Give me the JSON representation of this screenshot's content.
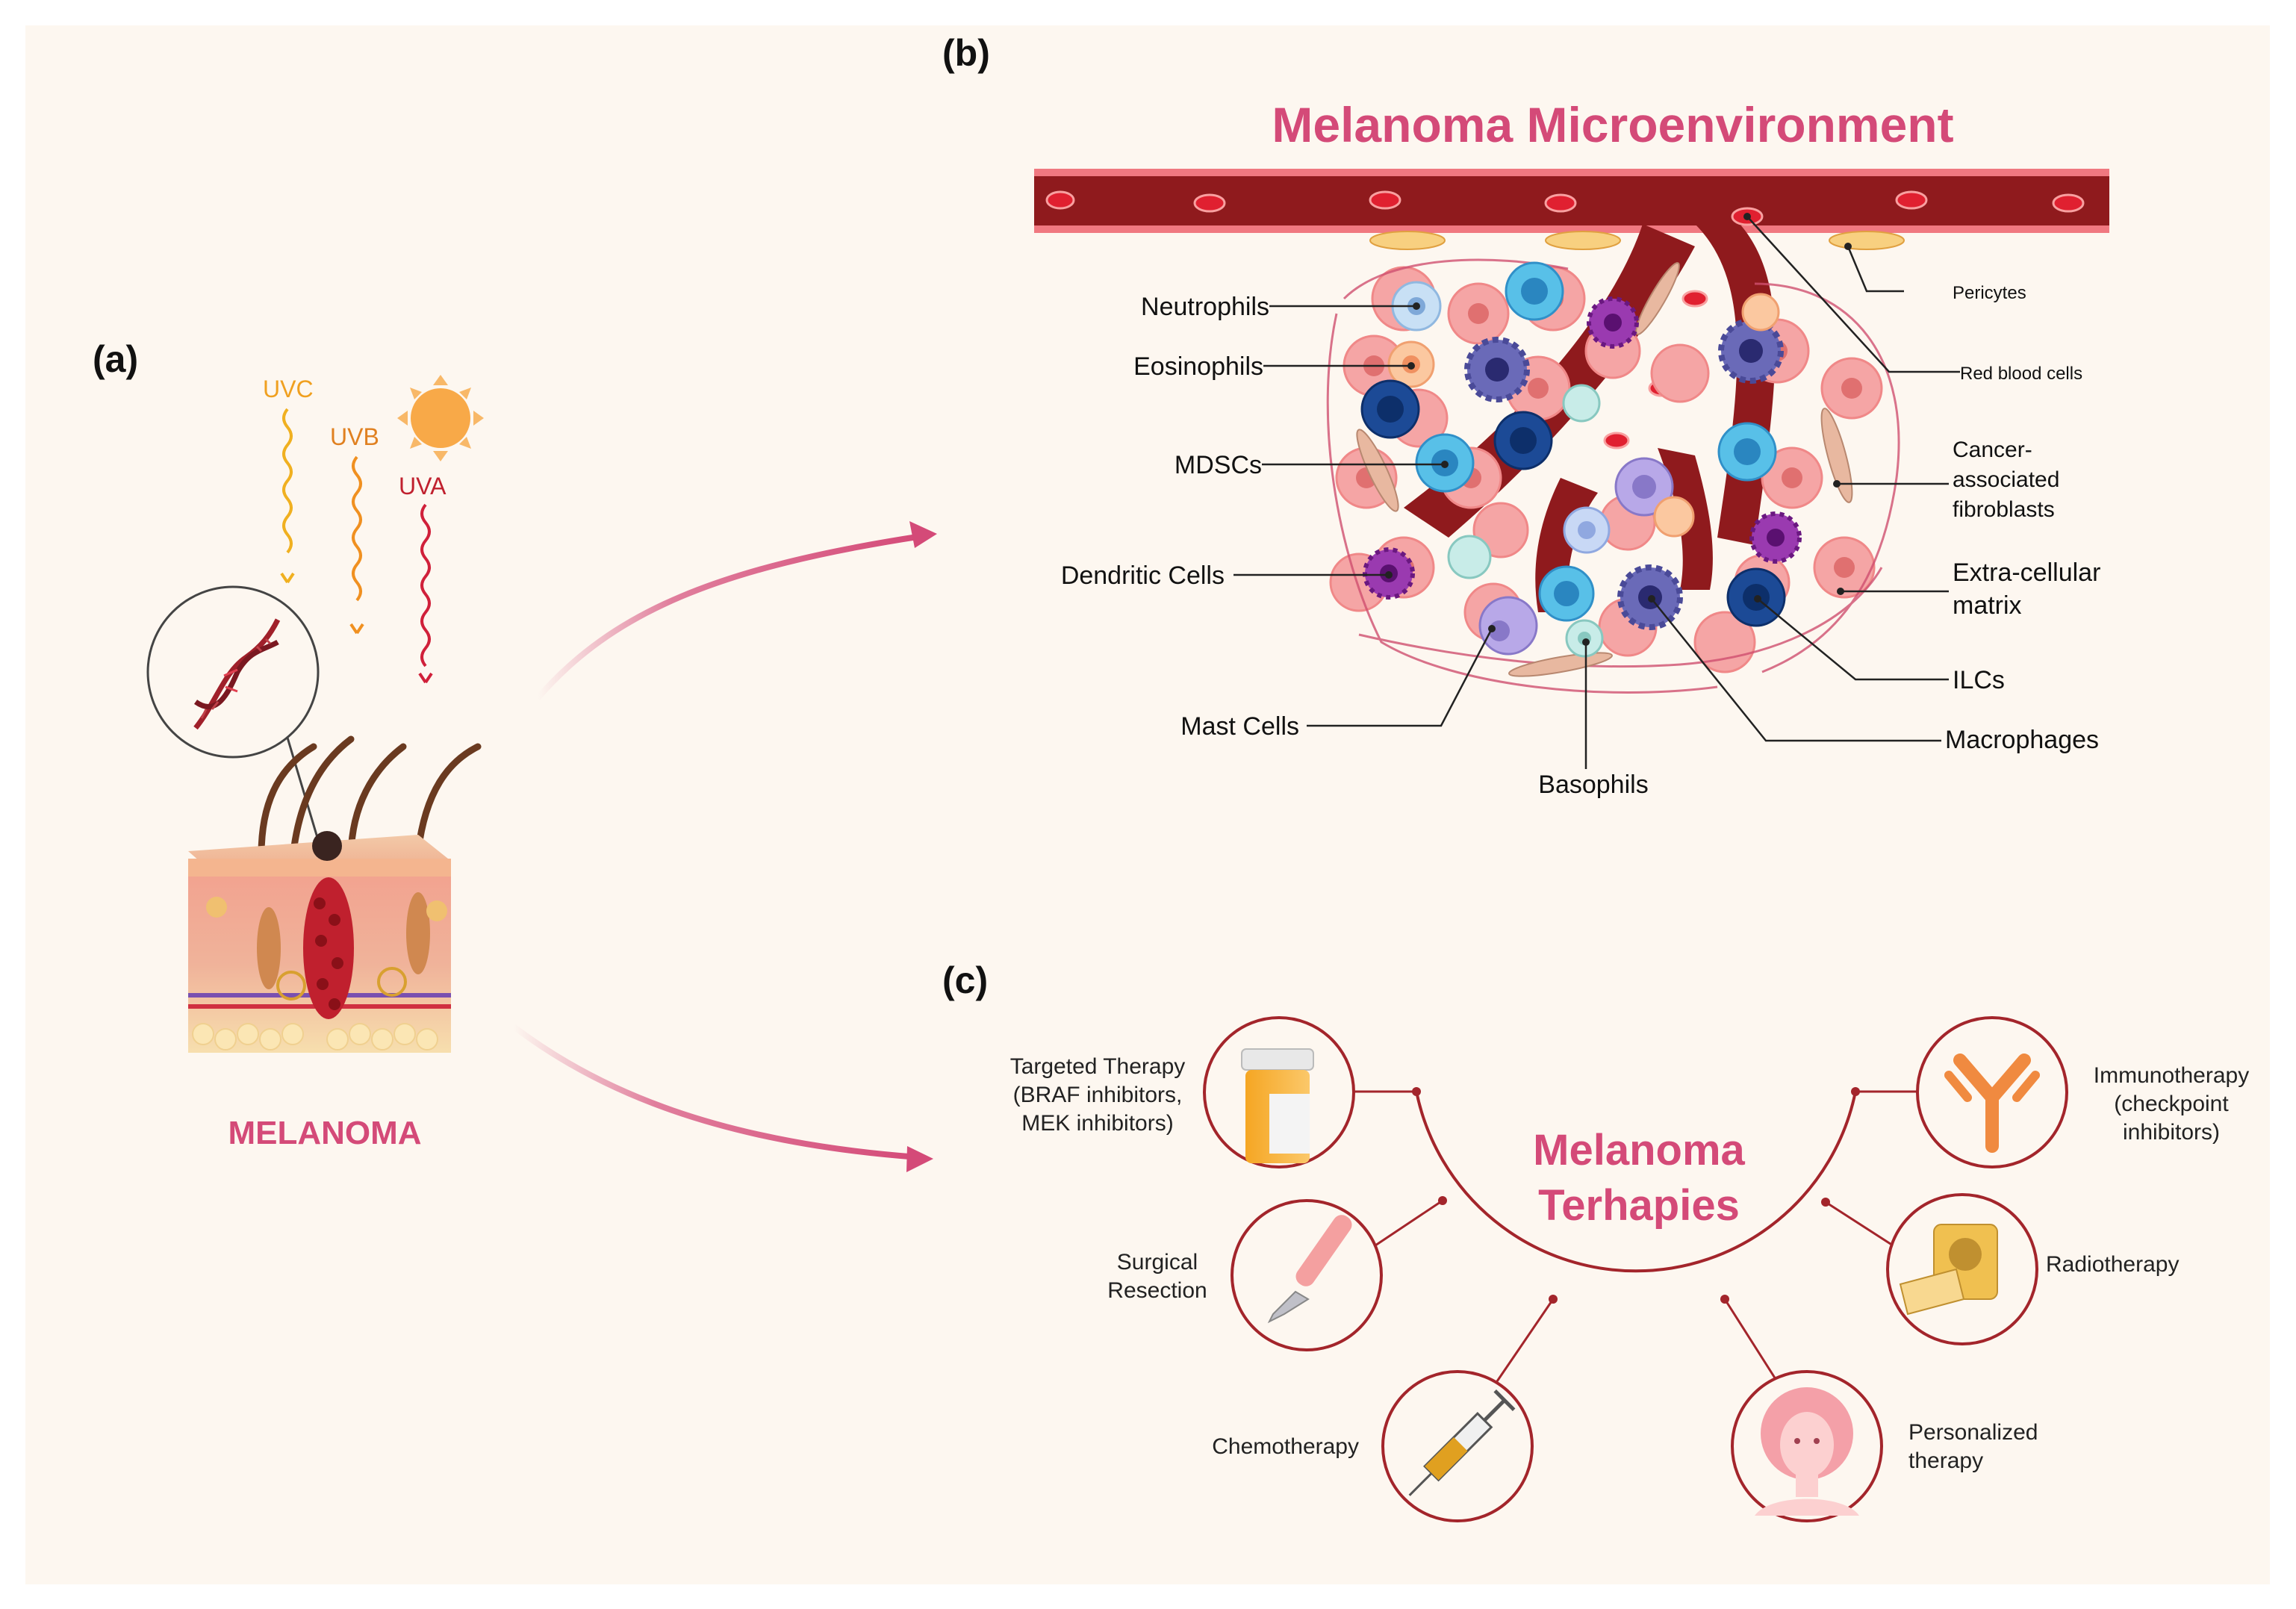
{
  "panel_a": {
    "label": "(a)",
    "uv": {
      "uvc": "UVC",
      "uvb": "UVB",
      "uva": "UVA"
    },
    "caption": "MELANOMA"
  },
  "panel_b": {
    "label": "(b)",
    "title": "Melanoma Microenvironment",
    "cells_left": {
      "neutrophils": "Neutrophils",
      "eosinophils": "Eosinophils",
      "mdscs": "MDSCs",
      "dendritic": "Dendritic Cells",
      "mast": "Mast Cells"
    },
    "cells_right": {
      "pericytes": "Pericytes",
      "rbc": "Red blood cells",
      "caf_1": "Cancer-",
      "caf_2": "associated",
      "caf_3": "fibroblasts",
      "ecm_1": "Extra-cellular",
      "ecm_2": "matrix",
      "ilcs": "ILCs",
      "macrophages": "Macrophages"
    },
    "basophils": "Basophils"
  },
  "panel_c": {
    "label": "(c)",
    "hub_1": "Melanoma",
    "hub_2": "Terhapies",
    "targeted_1": "Targeted Therapy",
    "targeted_2": "(BRAF inhibitors,",
    "targeted_3": "MEK inhibitors)",
    "surgical_1": "Surgical",
    "surgical_2": "Resection",
    "chemo": "Chemotherapy",
    "immuno_1": "Immunotherapy",
    "immuno_2": "(checkpoint",
    "immuno_3": "inhibitors)",
    "radio": "Radiotherapy",
    "personal_1": "Personalized",
    "personal_2": "therapy"
  },
  "colors": {
    "accent": "#d44a78",
    "vessel": "#8f1a1d",
    "ring": "#a3252b",
    "background": "#fdf7f0"
  }
}
